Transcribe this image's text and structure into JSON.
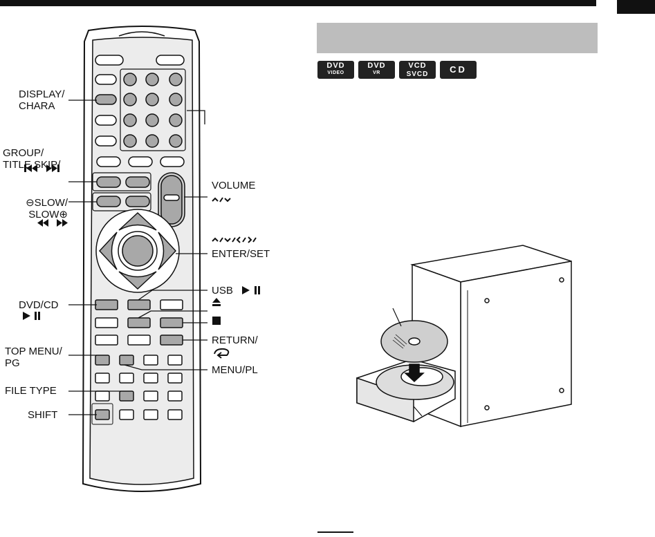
{
  "badges": {
    "dvd_video": {
      "line1": "DVD",
      "line2": "VIDEO"
    },
    "dvd_vr": {
      "line1": "DVD",
      "line2": "VR"
    },
    "vcd_svcd": {
      "line1": "VCD",
      "line2": "SVCD"
    },
    "cd": {
      "text": "CD"
    }
  },
  "labels": {
    "display_chara": [
      "DISPLAY/",
      "CHARA"
    ],
    "group_title_skip": [
      "GROUP/",
      "TITLE SKIP/"
    ],
    "slow": [
      "⊖SLOW/",
      "SLOW⊕"
    ],
    "dvd_cd": [
      "DVD/CD"
    ],
    "top_menu_pg": [
      "TOP MENU/",
      "PG"
    ],
    "file_type": "FILE TYPE",
    "shift": "SHIFT",
    "volume": "VOLUME",
    "enter_set": "ENTER/SET",
    "usb": "USB",
    "return": "RETURN/",
    "menu_pl": "MENU/PL"
  },
  "colors": {
    "ink": "#111111",
    "highlight_button": "#a8a8a8",
    "section_band": "#bdbdbd",
    "badge": "#222222"
  }
}
